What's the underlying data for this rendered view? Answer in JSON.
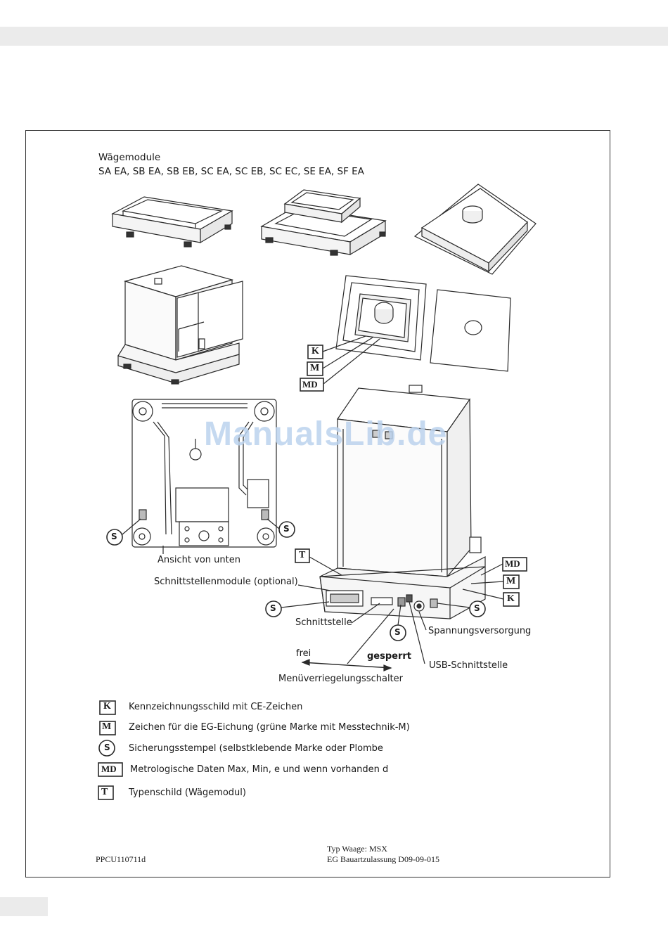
{
  "page": {
    "heading_line1": "Wägemodule",
    "heading_line2": "SA EA, SB EA, SB EB, SC EA, SC EB, SC EC, SE EA, SF EA",
    "watermark": "ManualsLib.de"
  },
  "diagram": {
    "markers": {
      "K": "K",
      "M": "M",
      "MD": "MD",
      "S": "S",
      "T": "T"
    },
    "labels": {
      "bottom_view": "Ansicht von unten",
      "interface_modules": "Schnittstellenmodule (optional)",
      "interface": "Schnittstelle",
      "power_supply": "Spannungsversorgung",
      "usb": "USB-Schnittstelle",
      "free": "frei",
      "locked": "gesperrt",
      "menu_lock_switch": "Menüverriegelungsschalter"
    }
  },
  "legend": [
    {
      "symbol": "K",
      "text": "Kennzeichnungsschild mit CE-Zeichen"
    },
    {
      "symbol": "M",
      "text": "Zeichen für die EG-Eichung (grüne Marke mit Messtechnik-M)"
    },
    {
      "symbol": "S",
      "text": "Sicherungsstempel (selbstklebende Marke oder Plombe"
    },
    {
      "symbol": "MD",
      "text": "Metrologische Daten Max, Min, e und wenn vorhanden d"
    },
    {
      "symbol": "T",
      "text": "Typenschild (Wägemodul)"
    }
  ],
  "footer": {
    "code": "PPCU110711d",
    "type_line": "Typ Waage: MSX",
    "approval_line": "EG Bauartzulassung D09-09-015"
  }
}
